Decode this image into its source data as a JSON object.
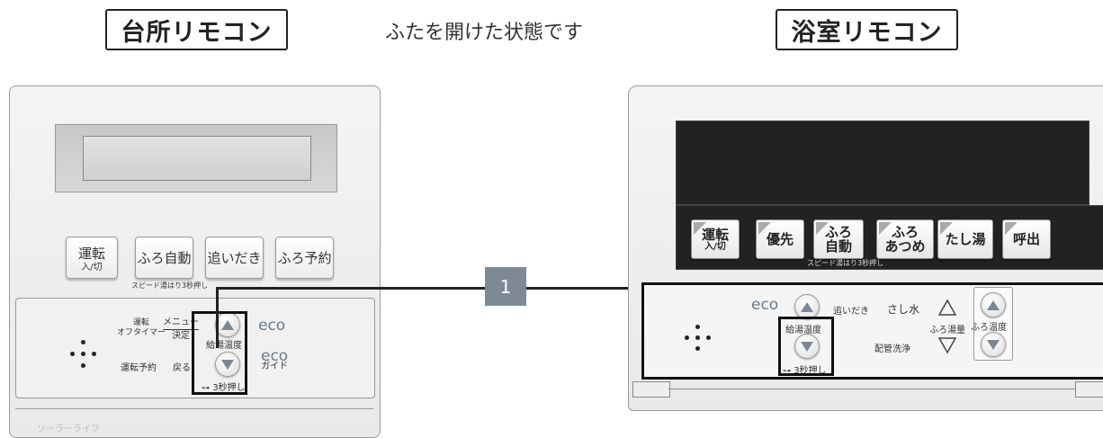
{
  "headers": {
    "kitchen_label": "台所リモコン",
    "bath_label": "浴室リモコン",
    "caption": "ふたを開けた状態です"
  },
  "kitchen": {
    "buttons": {
      "power_main": "運転",
      "power_sub": "入/切",
      "auto_bath": "ふろ自動",
      "reheat": "追いだき",
      "bath_reserve": "ふろ予約"
    },
    "speed_note": "スピード湯はり3秒押し",
    "panel": {
      "operation_timer_line1": "運転",
      "operation_timer_line2": "オフタイマー",
      "menu": "メニュー",
      "decide": "決定",
      "schedule": "運転予約",
      "back": "戻る",
      "hot_water_temp": "給湯温度",
      "eco": "eco",
      "eco_guide_1": "eco",
      "eco_guide_2": "ガイド",
      "lock_note": "3秒押し"
    },
    "bottom_text": "ソーラーライフ"
  },
  "callout": {
    "number": "1"
  },
  "bath": {
    "buttons": {
      "power_main": "運転",
      "power_sub": "入/切",
      "priority": "優先",
      "auto_1": "ふろ",
      "auto_2": "自動",
      "heat_1": "ふろ",
      "heat_2": "あつめ",
      "add_hot": "たし湯",
      "call": "呼出"
    },
    "speed_note": "スピード湯はり3秒押し",
    "panel": {
      "eco": "eco",
      "hot_water_temp": "給湯温度",
      "reheat": "追いだき",
      "add_water": "さし水",
      "bath_volume": "ふろ湯量",
      "bath_temp": "ふろ温度",
      "pipe_clean": "配管洗浄",
      "lock_note": "3秒押し"
    }
  }
}
